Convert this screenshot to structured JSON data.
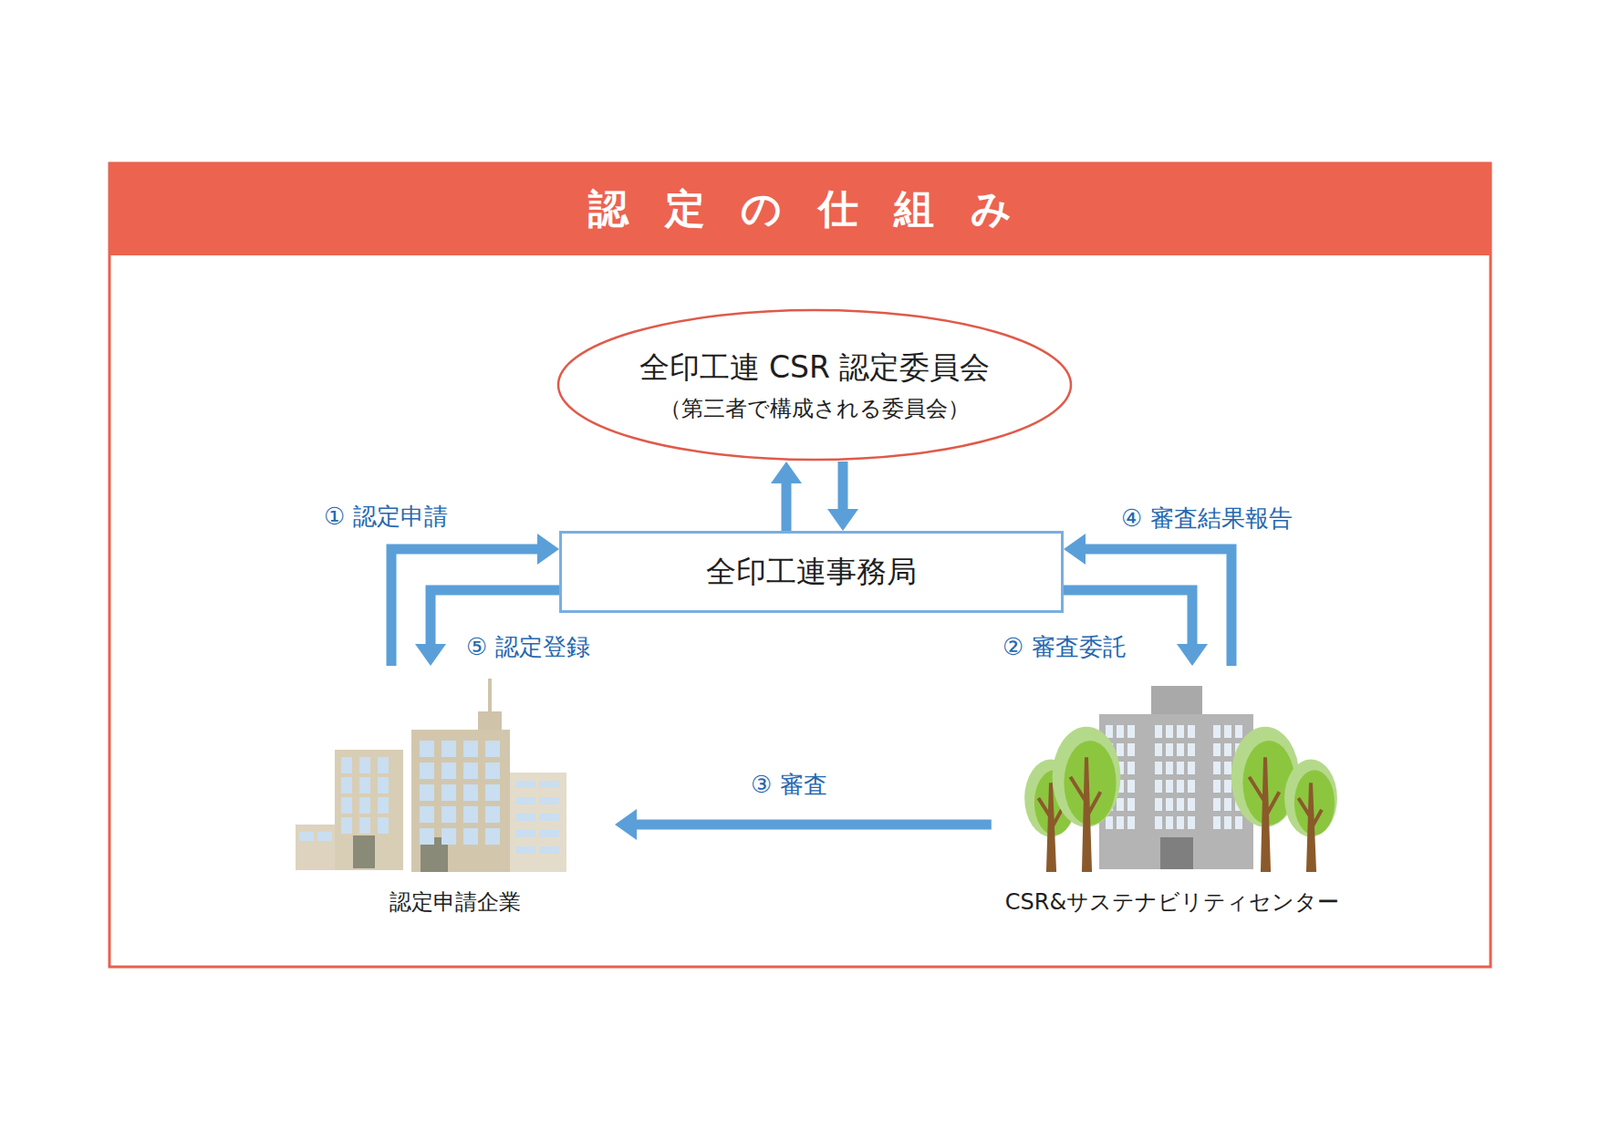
{
  "diagram": {
    "title": "認定の仕組み",
    "nodes": [
      {
        "text": [
          "全印工連 CSR 認定委員会",
          "（第三者で構成される委員会）"
        ]
      },
      {
        "text": [
          "全印工連事務局"
        ]
      },
      {
        "text": [
          "認定申請企業"
        ]
      },
      {
        "text": [
          "CSR&サステナビリティセンター"
        ]
      }
    ],
    "edges": [
      {
        "from": 2,
        "to": 1,
        "label": "① 認定申請",
        "arrow": "to"
      },
      {
        "from": 1,
        "to": 3,
        "label": "② 審査委託",
        "arrow": "to"
      },
      {
        "from": 3,
        "to": 2,
        "label": "③ 審査",
        "arrow": "to"
      },
      {
        "from": 3,
        "to": 1,
        "label": "④ 審査結果報告",
        "arrow": "to"
      },
      {
        "from": 1,
        "to": 2,
        "label": "⑤ 認定登録",
        "arrow": "to"
      },
      {
        "from": 1,
        "to": 0,
        "arrow": "to"
      },
      {
        "from": 0,
        "to": 1,
        "arrow": "to"
      }
    ]
  }
}
